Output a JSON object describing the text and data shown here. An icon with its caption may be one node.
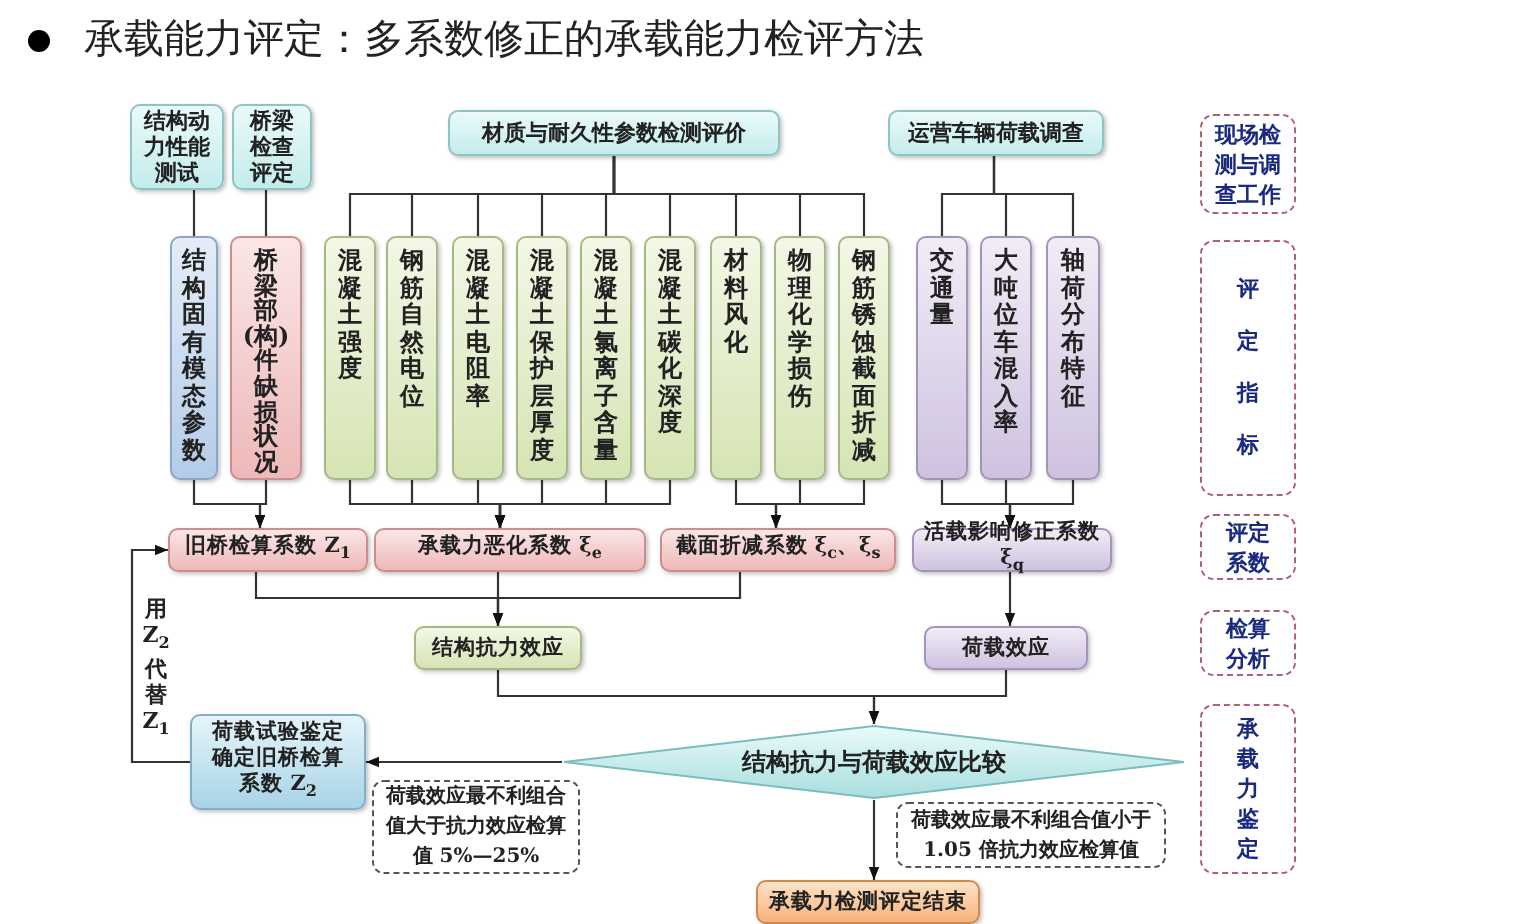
{
  "diagram": {
    "title": "承载能力评定：多系数修正的承载能力检评方法",
    "nodes": [
      {
        "text": [
          "结构动力性能测试"
        ]
      },
      {
        "text": [
          "桥梁检查评定"
        ]
      },
      {
        "text": [
          "材质与耐久性参数检测评价"
        ]
      },
      {
        "text": [
          "运营车辆荷载调查"
        ]
      },
      {
        "text": [
          "结构固有模态参数"
        ]
      },
      {
        "text": [
          "桥梁部(构)件缺损状况"
        ]
      },
      {
        "text": [
          "混凝土强度"
        ]
      },
      {
        "text": [
          "钢筋自然电位"
        ]
      },
      {
        "text": [
          "混凝土电阻率"
        ]
      },
      {
        "text": [
          "混凝土保护层厚度"
        ]
      },
      {
        "text": [
          "混凝土氯离子含量"
        ]
      },
      {
        "text": [
          "混凝土碳化深度"
        ]
      },
      {
        "text": [
          "材料风化"
        ]
      },
      {
        "text": [
          "物理化学损伤"
        ]
      },
      {
        "text": [
          "钢筋锈蚀截面折减"
        ]
      },
      {
        "text": [
          "交通量"
        ]
      },
      {
        "text": [
          "大吨位车混入率"
        ]
      },
      {
        "text": [
          "轴荷分布特征"
        ]
      },
      {
        "text": [
          "旧桥检算系数 Z$_{1}$"
        ]
      },
      {
        "text": [
          "承载力恶化系数 ξ$_{e}$"
        ]
      },
      {
        "text": [
          "截面折减系数 ξ$_{c}$、ξ$_{s}$"
        ]
      },
      {
        "text": [
          "活载影响修正系数 ξ$_{q}$"
        ]
      },
      {
        "text": [
          "结构抗力效应"
        ]
      },
      {
        "text": [
          "荷载效应"
        ]
      },
      {
        "text": [
          "结构抗力与荷载效应比较"
        ]
      },
      {
        "text": [
          "荷载试验鉴定确定旧桥检算系数 Z$_{2}$"
        ]
      },
      {
        "text": [
          "荷载效应最不利组合值大于抗力效应检算值 5%—25%"
        ]
      },
      {
        "text": [
          "荷载效应最不利组合值小于 1.05 倍抗力效应检算值"
        ]
      },
      {
        "text": [
          "承载力检测评定结束"
        ]
      },
      {
        "text": [
          "现场检测与调查工作"
        ]
      },
      {
        "text": [
          "评定指标"
        ]
      },
      {
        "text": [
          "评定系数"
        ]
      },
      {
        "text": [
          "检算分析"
        ]
      },
      {
        "text": [
          "承载力鉴定"
        ]
      }
    ],
    "edges": [
      {
        "from": 0,
        "to": 4,
        "arrow": "none"
      },
      {
        "from": 1,
        "to": 5,
        "arrow": "none"
      },
      {
        "from": 2,
        "to": 6,
        "arrow": "none"
      },
      {
        "from": 2,
        "to": 7,
        "arrow": "none"
      },
      {
        "from": 2,
        "to": 8,
        "arrow": "none"
      },
      {
        "from": 2,
        "to": 9,
        "arrow": "none"
      },
      {
        "from": 2,
        "to": 10,
        "arrow": "none"
      },
      {
        "from": 2,
        "to": 11,
        "arrow": "none"
      },
      {
        "from": 2,
        "to": 12,
        "arrow": "none"
      },
      {
        "from": 2,
        "to": 13,
        "arrow": "none"
      },
      {
        "from": 2,
        "to": 14,
        "arrow": "none"
      },
      {
        "from": 3,
        "to": 15,
        "arrow": "none"
      },
      {
        "from": 3,
        "to": 16,
        "arrow": "none"
      },
      {
        "from": 3,
        "to": 17,
        "arrow": "none"
      },
      {
        "from": 4,
        "to": 18,
        "arrow": "to"
      },
      {
        "from": 5,
        "to": 18,
        "arrow": "to"
      },
      {
        "from": 6,
        "to": 19,
        "arrow": "to"
      },
      {
        "from": 7,
        "to": 19,
        "arrow": "to"
      },
      {
        "from": 8,
        "to": 19,
        "arrow": "to"
      },
      {
        "from": 9,
        "to": 19,
        "arrow": "to"
      },
      {
        "from": 10,
        "to": 19,
        "arrow": "to"
      },
      {
        "from": 11,
        "to": 19,
        "arrow": "to"
      },
      {
        "from": 12,
        "to": 20,
        "arrow": "to"
      },
      {
        "from": 13,
        "to": 20,
        "arrow": "to"
      },
      {
        "from": 14,
        "to": 20,
        "arrow": "to"
      },
      {
        "from": 15,
        "to": 21,
        "arrow": "to"
      },
      {
        "from": 16,
        "to": 21,
        "arrow": "to"
      },
      {
        "from": 17,
        "to": 21,
        "arrow": "to"
      },
      {
        "from": 18,
        "to": 22,
        "arrow": "to"
      },
      {
        "from": 19,
        "to": 22,
        "arrow": "to"
      },
      {
        "from": 20,
        "to": 22,
        "arrow": "to"
      },
      {
        "from": 21,
        "to": 23,
        "arrow": "to"
      },
      {
        "from": 22,
        "to": 24,
        "arrow": "to"
      },
      {
        "from": 23,
        "to": 24,
        "arrow": "to"
      },
      {
        "from": 24,
        "to": 25,
        "arrow": "to"
      },
      {
        "from": 24,
        "to": 28,
        "arrow": "to"
      },
      {
        "from": 25,
        "to": 18,
        "arrow": "to",
        "label": "用Z$_{2}$代替Z$_{1}$"
      }
    ]
  }
}
